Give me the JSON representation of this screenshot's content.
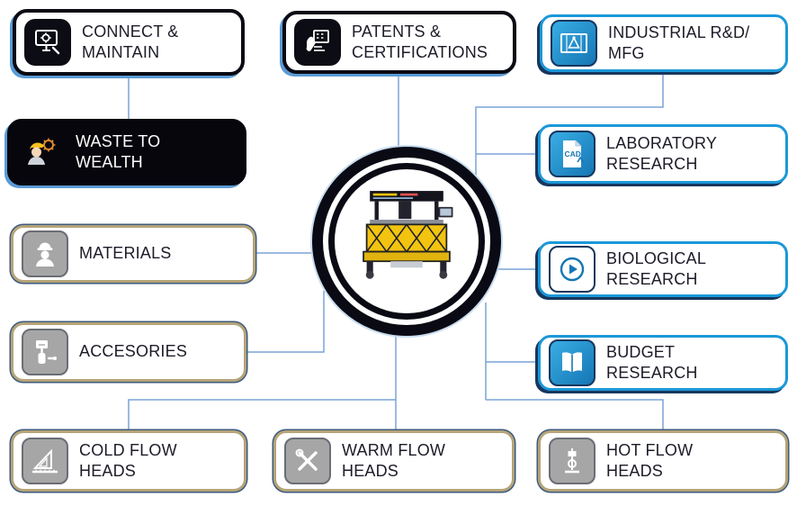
{
  "diagram": {
    "center": {
      "name": "central-machine-hub",
      "description": "extrusion machine"
    },
    "colors": {
      "blue_accent": "#1b98d8",
      "navy": "#17375e",
      "black": "#0a0a14",
      "tan_border": "#b5a478",
      "gray_icon_bg": "#a6a6a6",
      "connector_blue": "#7aa3d6",
      "machine_yellow": "#f2c410"
    },
    "nodes": {
      "connect_maintain": {
        "label": "CONNECT &\nMAINTAIN",
        "icon": "monitor-gear-icon"
      },
      "patents_certifications": {
        "label": "PATENTS &\nCERTIFICATIONS",
        "icon": "certification-board-icon"
      },
      "industrial_rd_mfg": {
        "label": "INDUSTRIAL R&D/\nMFG",
        "icon": "blueprint-icon"
      },
      "waste_to_wealth": {
        "label": "WASTE TO\nWEALTH",
        "icon": "worker-gears-icon"
      },
      "laboratory_research": {
        "label": "LABORATORY\nRESEARCH",
        "icon": "cad-file-icon",
        "icon_text": "CAD"
      },
      "materials": {
        "label": "MATERIALS",
        "icon": "engineer-icon"
      },
      "biological_research": {
        "label": "BIOLOGICAL\nRESEARCH",
        "icon": "play-circle-icon"
      },
      "accessories": {
        "label": "ACCESORIES",
        "icon": "robotic-arm-icon"
      },
      "budget_research": {
        "label": "BUDGET\nRESEARCH",
        "icon": "open-book-icon"
      },
      "cold_flow_heads": {
        "label": "COLD FLOW\nHEADS",
        "icon": "set-square-icon"
      },
      "warm_flow_heads": {
        "label": "WARM FLOW\nHEADS",
        "icon": "crossed-tools-icon"
      },
      "hot_flow_heads": {
        "label": "HOT FLOW\nHEADS",
        "icon": "lab-stand-icon"
      }
    }
  }
}
